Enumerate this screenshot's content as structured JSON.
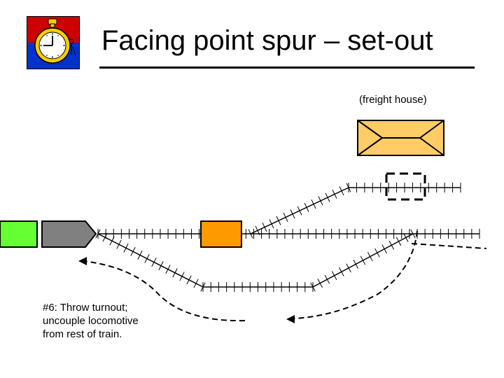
{
  "slide": {
    "title": "Facing point spur – set-out",
    "freight_house_label": "(freight house)",
    "caption_lines": [
      "#6:  Throw turnout;",
      "uncouple locomotive",
      "from rest of train."
    ]
  },
  "colors": {
    "locomotive": "#808080",
    "green_car": "#66ff33",
    "orange_car": "#ff9900",
    "freight_house": "#ffcc66",
    "logo_red": "#cc0000",
    "logo_blue": "#0033cc",
    "logo_gold": "#ffcc00"
  },
  "icons": {
    "logo": "stopwatch-icon"
  }
}
